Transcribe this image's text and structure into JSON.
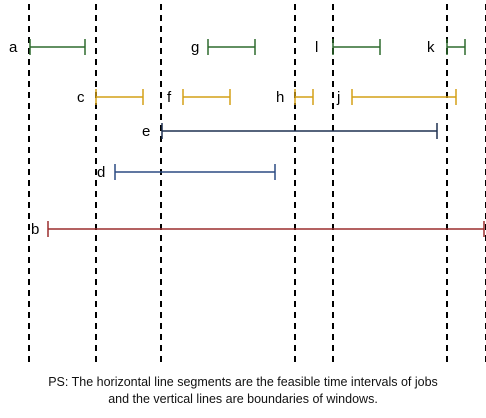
{
  "caption": {
    "line1": "PS:  The horizontal line segments are the feasible time intervals of jobs",
    "line2": "and the vertical lines are boundaries of windows."
  },
  "colors": {
    "boundary": "#000000",
    "green": "#2e6b2e",
    "yellow": "#d4a017",
    "navy": "#1f3050",
    "blue": "#2b4a82",
    "red": "#9b2d2d"
  },
  "jobs": [
    {
      "label": "a",
      "color": "green"
    },
    {
      "label": "g",
      "color": "green"
    },
    {
      "label": "l",
      "color": "green"
    },
    {
      "label": "k",
      "color": "green"
    },
    {
      "label": "c",
      "color": "yellow"
    },
    {
      "label": "f",
      "color": "yellow"
    },
    {
      "label": "h",
      "color": "yellow"
    },
    {
      "label": "j",
      "color": "yellow"
    },
    {
      "label": "e",
      "color": "navy"
    },
    {
      "label": "d",
      "color": "blue"
    },
    {
      "label": "b",
      "color": "red"
    }
  ]
}
